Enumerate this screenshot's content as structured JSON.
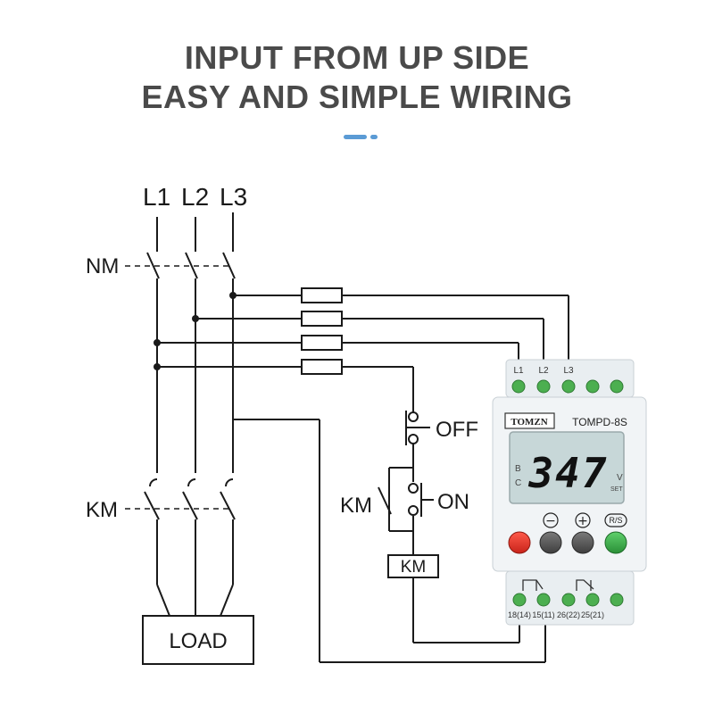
{
  "title": {
    "line1": "INPUT FROM UP SIDE",
    "line2": "EASY AND SIMPLE WIRING"
  },
  "colors": {
    "title": "#4a4a4a",
    "accent": "#5b9bd5",
    "wire": "#1a1a1a",
    "lcd": "#c7d7d8",
    "button_red": "#e8392d",
    "button_gray": "#555555",
    "button_green": "#3aa84a",
    "terminal_green": "#4caf50"
  },
  "diagram": {
    "phase_labels": [
      "L1",
      "L2",
      "L3"
    ],
    "nm_label": "NM",
    "km_label": "KM",
    "off_label": "OFF",
    "on_label": "ON",
    "km_contact_label": "KM",
    "km_coil_label": "KM",
    "load_label": "LOAD"
  },
  "device": {
    "brand": "TOMZN",
    "model": "TOMPD-8S",
    "display_value": "347",
    "indicator_b": "B",
    "indicator_c": "C",
    "unit_v": "V",
    "unit_set": "SET",
    "top_terminals": [
      "L1",
      "L2",
      "L3"
    ],
    "button_minus": "−",
    "button_plus": "+",
    "button_rs": "R/S",
    "bottom_terminals": [
      "18(14)",
      "15(11)",
      "26(22)",
      "25(21)"
    ]
  }
}
